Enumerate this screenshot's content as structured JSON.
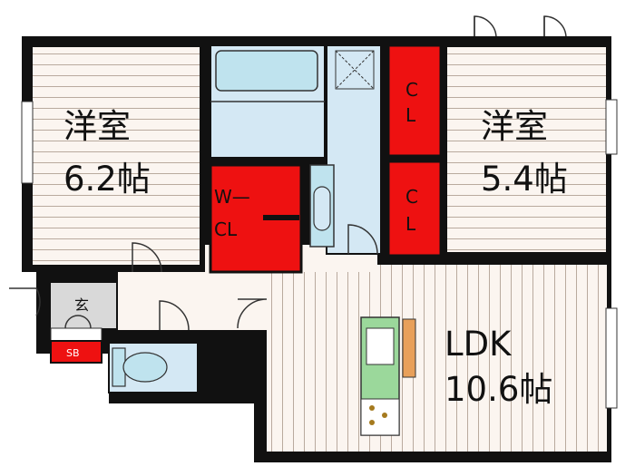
{
  "rooms": {
    "western_room_1": {
      "name": "洋室",
      "size": "6.2帖"
    },
    "western_room_2": {
      "name": "洋室",
      "size": "5.4帖"
    },
    "ldk": {
      "name": "LDK",
      "size": "10.6帖"
    },
    "walk_in_closet": {
      "line1": "W—",
      "line2": "CL"
    },
    "closet_upper": {
      "label": "C\nL"
    },
    "closet_lower": {
      "label": "C\nL"
    },
    "entrance": {
      "label": "玄"
    },
    "shoe_box": {
      "label": "SB"
    }
  },
  "colors": {
    "closet_red": "#ee1111",
    "wet_area_blue": "#d4e8f4",
    "wood_floor": "#fbf5f0",
    "floor_line": "#b9aa9e",
    "wall": "#111111",
    "kitchen_green": "#9bd89b",
    "counter_orange": "#e8a05a"
  }
}
